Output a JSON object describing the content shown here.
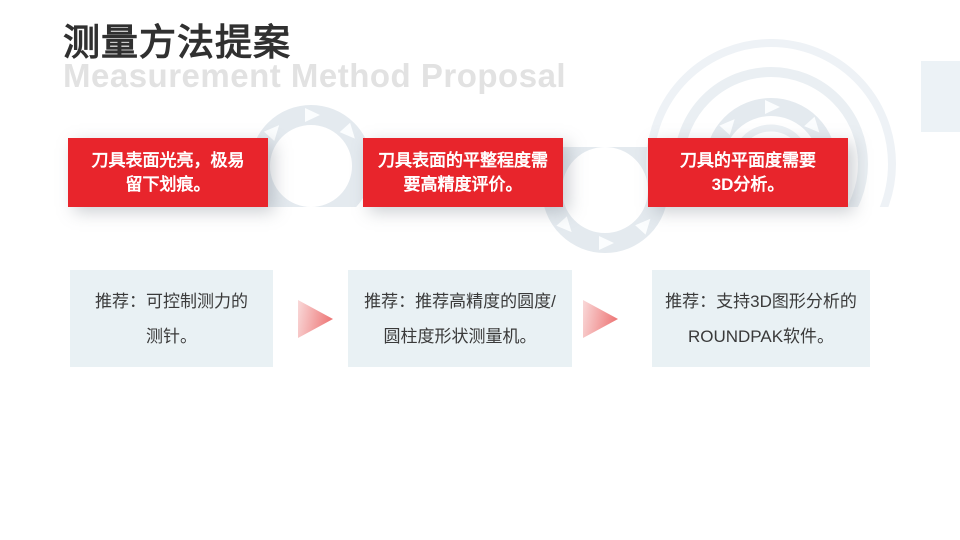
{
  "header": {
    "title": "测量方法提案",
    "subtitle": "Measurement Method Proposal"
  },
  "problem_cards": [
    {
      "lines": [
        "刀具表面光亮，极易",
        "留下划痕。"
      ]
    },
    {
      "lines": [
        "刀具表面的平整程度需",
        "要高精度评价。"
      ]
    },
    {
      "lines": [
        "刀具的平面度需要",
        "3D分析。"
      ]
    }
  ],
  "recommendation_cards": [
    {
      "lines": [
        "推荐：可控制测力的",
        "测针。"
      ]
    },
    {
      "lines": [
        "推荐：推荐高精度的圆度/",
        "圆柱度形状测量机。"
      ]
    },
    {
      "lines": [
        "推荐：支持3D图形分析的",
        "ROUNDPAK软件。"
      ]
    }
  ],
  "icons": {
    "flow_arrow": "gradient-right-triangle",
    "ring_arrow": "white-tangent-triangle",
    "ring_decoration": "circular-arrow-rings"
  },
  "colors": {
    "accent_red": "#e8252c",
    "panel_blue": "#e9f1f4",
    "ring_gray": "#e4eaef",
    "ring_gray_light": "#eaeff3",
    "ring_gray_lighter": "#eef2f6",
    "subtitle_gray": "#e2e2e2",
    "title_dark": "#303030",
    "flow_arrow_start": "#f9d9d9",
    "flow_arrow_end": "#ec6b6b",
    "corner_block": "#ecf2f6"
  }
}
